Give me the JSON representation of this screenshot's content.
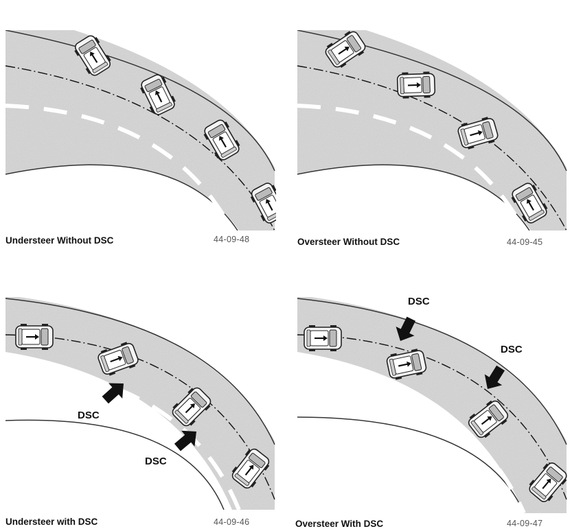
{
  "panels": [
    {
      "caption": "Understeer Without DSC",
      "code": "44-09-48"
    },
    {
      "caption": "Oversteer Without DSC",
      "code": "44-09-45"
    },
    {
      "caption": "Understeer with DSC",
      "code": "44-09-46",
      "dsc_labels": [
        "DSC",
        "DSC"
      ]
    },
    {
      "caption": "Oversteer With DSC",
      "code": "44-09-47",
      "dsc_labels": [
        "DSC",
        "DSC"
      ]
    }
  ],
  "colors": {
    "road": "#d9d9d9",
    "edge": "#333333",
    "car_body": "#f2f2f2",
    "arrow": "#111111"
  }
}
